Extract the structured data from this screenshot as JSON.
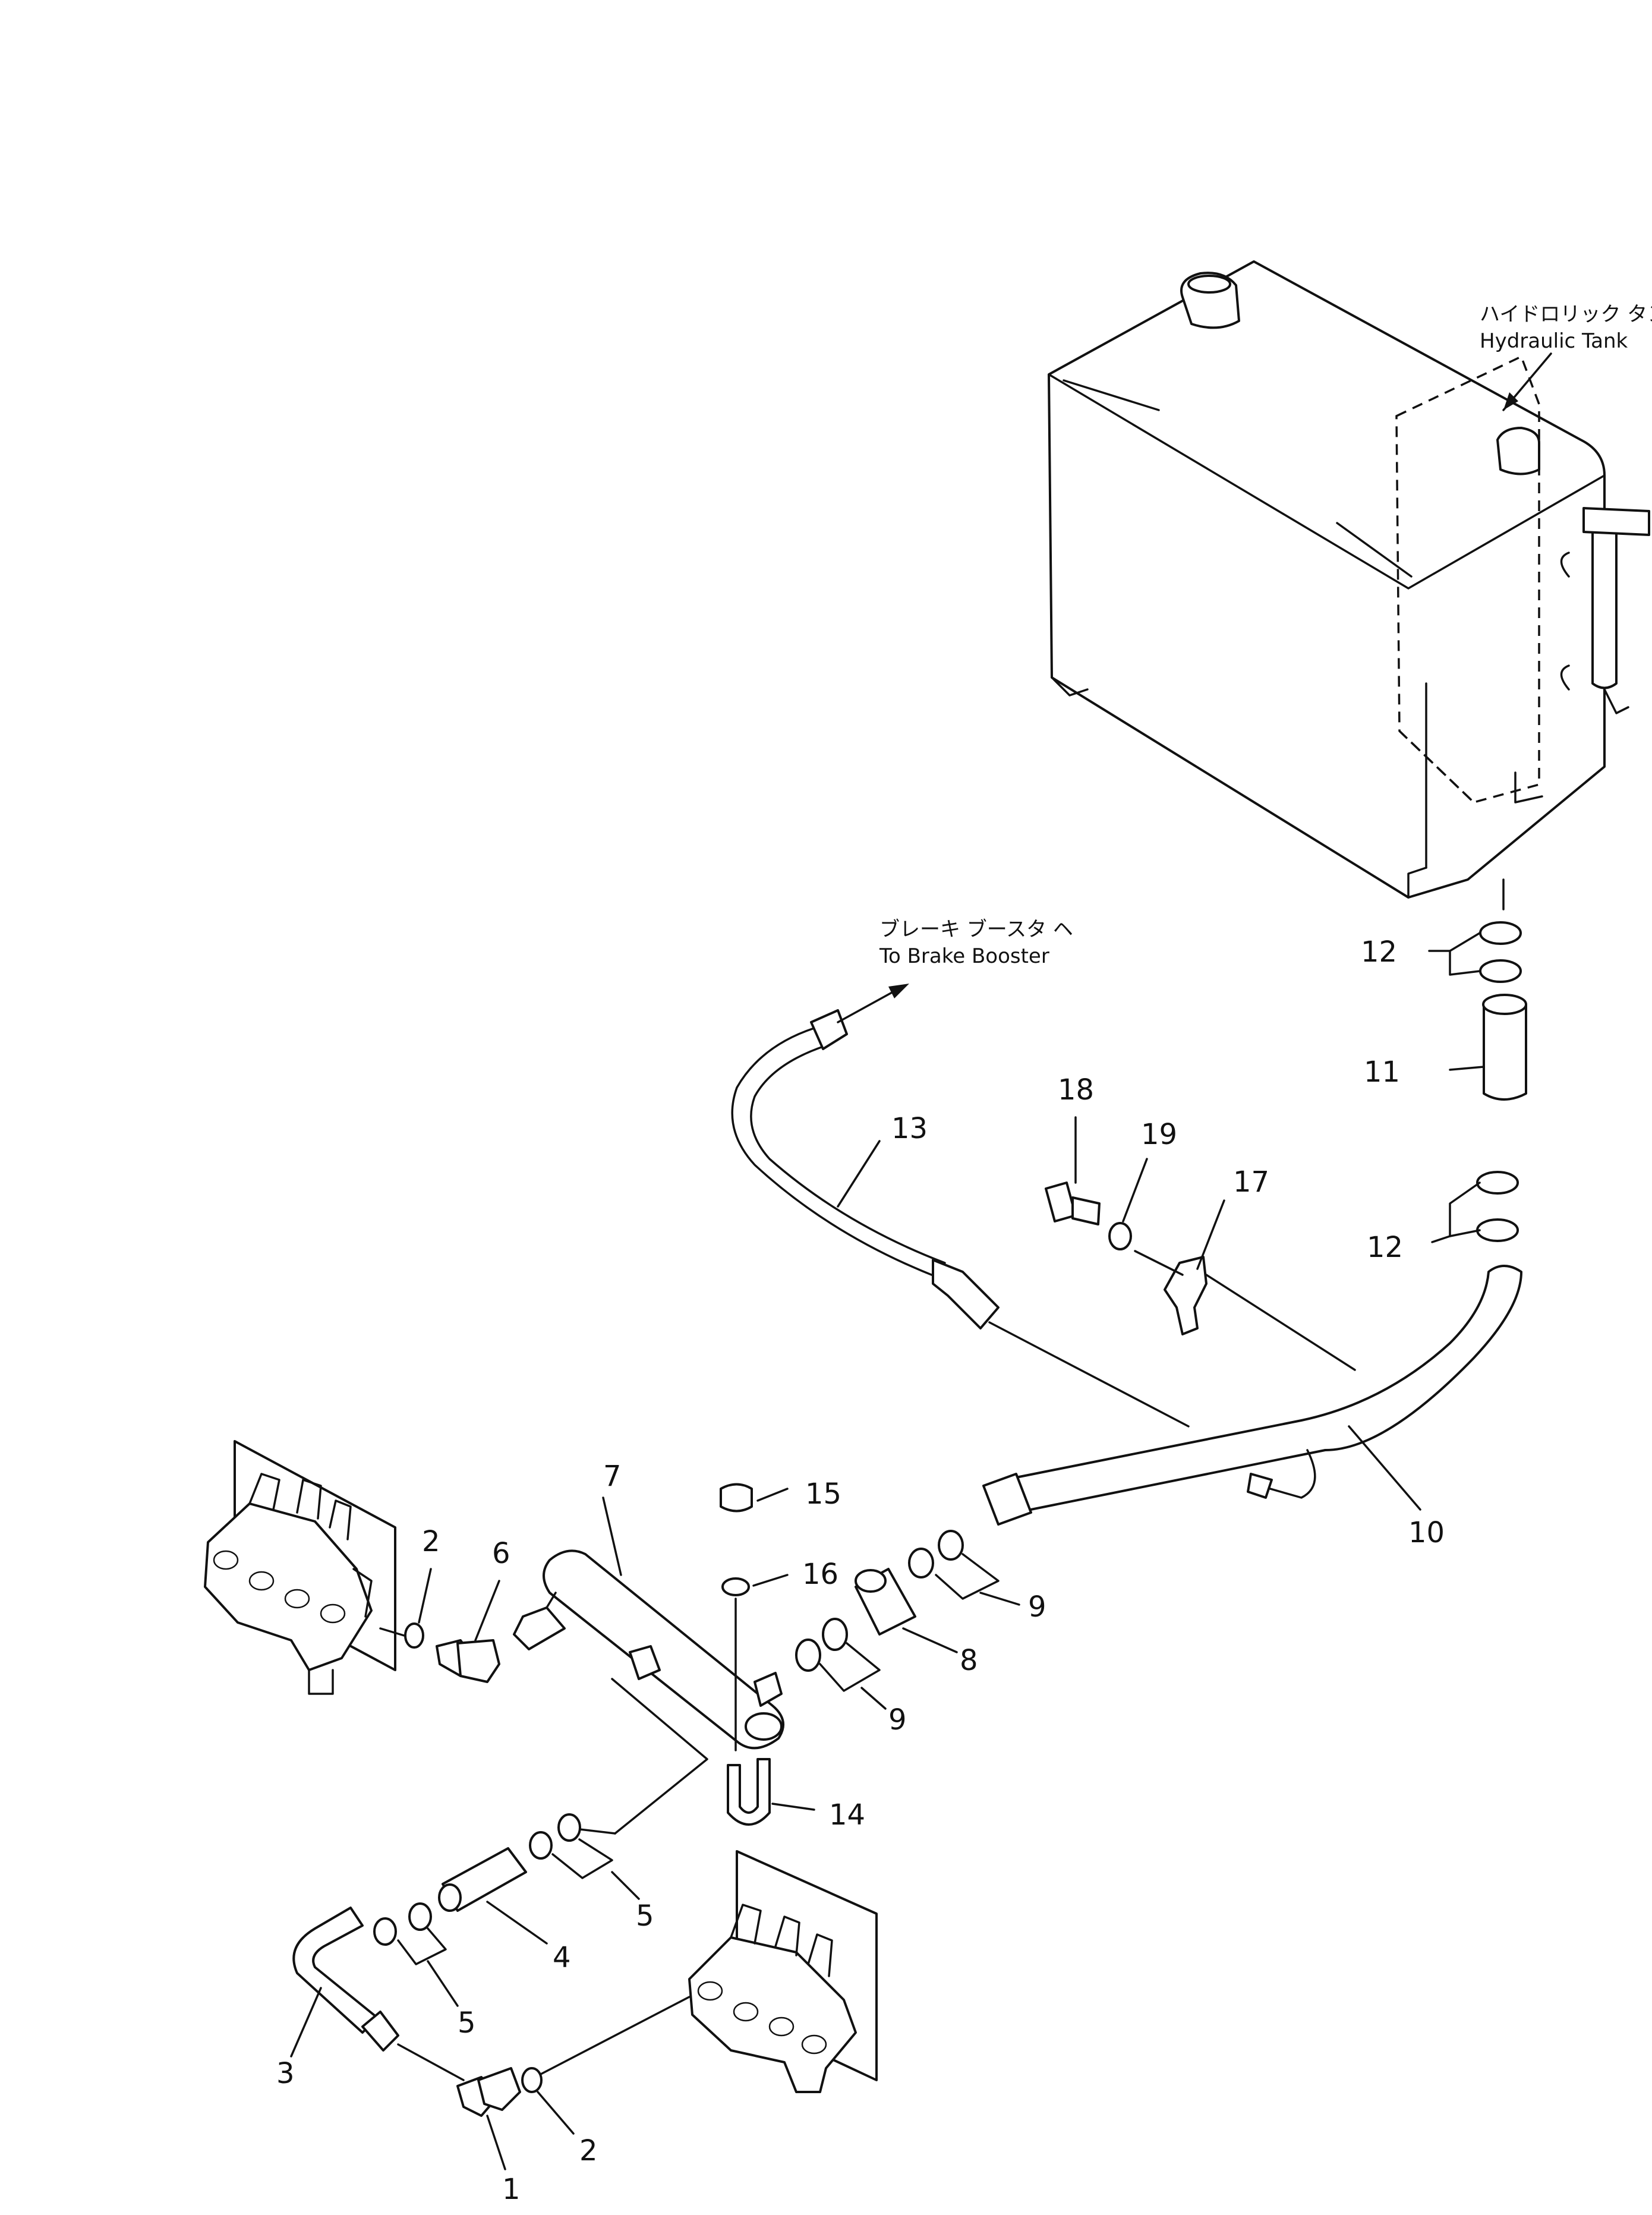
{
  "callouts": {
    "tank_jp": "ハイドロリック タンク",
    "tank_en": "Hydraulic Tank",
    "brake_jp": "ブレーキ ブースタ ヘ",
    "brake_en": "To Brake Booster"
  },
  "part_numbers": {
    "p1": "1",
    "p2a": "2",
    "p2b": "2",
    "p3": "3",
    "p4": "4",
    "p5a": "5",
    "p5b": "5",
    "p6": "6",
    "p7": "7",
    "p8": "8",
    "p9a": "9",
    "p9b": "9",
    "p10": "10",
    "p11": "11",
    "p12a": "12",
    "p12b": "12",
    "p13": "13",
    "p14": "14",
    "p15": "15",
    "p16": "16",
    "p17": "17",
    "p18": "18",
    "p19": "19"
  }
}
